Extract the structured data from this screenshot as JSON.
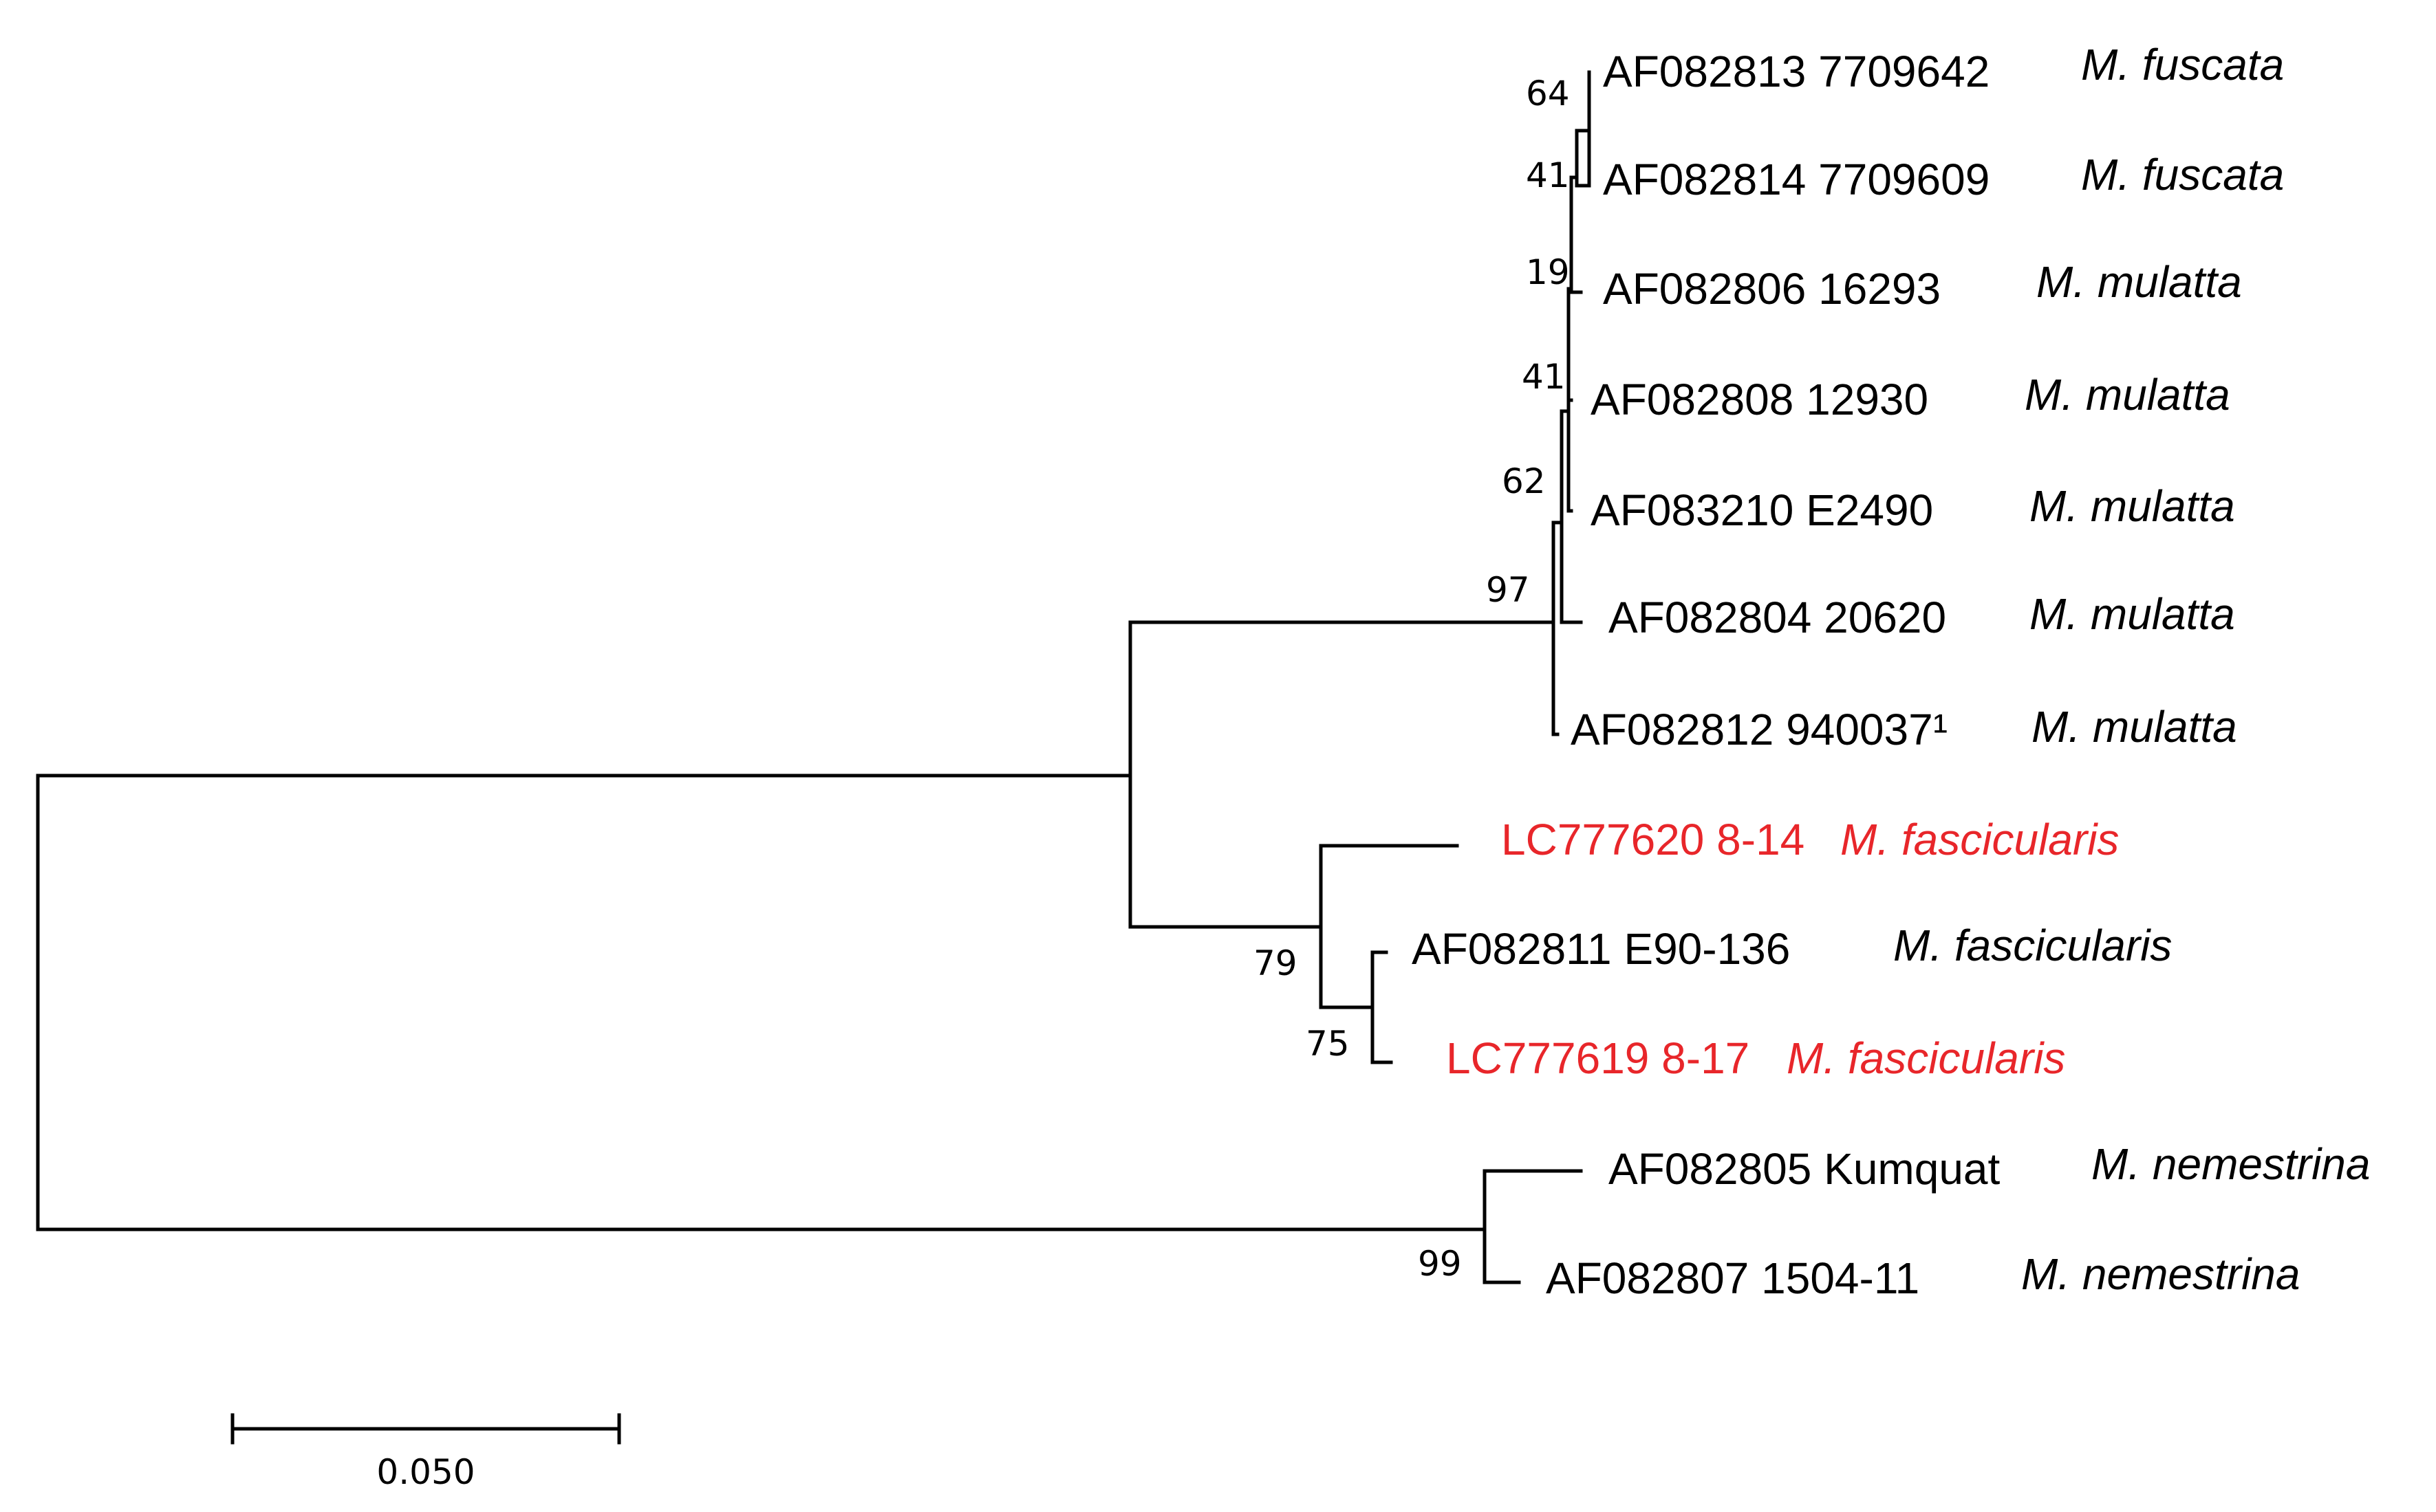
{
  "taxa": [
    {
      "id": "t1",
      "accession": "AF082813 7709642",
      "species": "M. fuscata"
    },
    {
      "id": "t2",
      "accession": "AF082814 7709609",
      "species": "M. fuscata"
    },
    {
      "id": "t3",
      "accession": "AF082806 16293",
      "species": "M. mulatta"
    },
    {
      "id": "t4",
      "accession": "AF082808 12930",
      "species": "M. mulatta"
    },
    {
      "id": "t5",
      "accession": "AF083210 E2490",
      "species": "M. mulatta"
    },
    {
      "id": "t6",
      "accession": "AF082804 20620",
      "species": "M. mulatta"
    },
    {
      "id": "t7",
      "accession": "AF082812 940037¹",
      "species": "M. mulatta"
    },
    {
      "id": "t8",
      "accession": "LC777620 8-14",
      "species": "M. fascicularis",
      "highlight": true
    },
    {
      "id": "t9",
      "accession": "AF082811 E90-136",
      "species": "M. fascicularis"
    },
    {
      "id": "t10",
      "accession": "LC777619 8-17",
      "species": "M. fascicularis",
      "highlight": true
    },
    {
      "id": "t11",
      "accession": "AF082805 Kumquat",
      "species": "M. nemestrina"
    },
    {
      "id": "t12",
      "accession": "AF082807 1504-11",
      "species": "M. nemestrina"
    }
  ],
  "bootstrap": {
    "b64": "64",
    "b41a": "41",
    "b19": "19",
    "b41b": "41",
    "b62": "62",
    "b97": "97",
    "b79": "79",
    "b75": "75",
    "b99": "99"
  },
  "scale_bar": {
    "label": "0.050",
    "value": 0.05
  },
  "colors": {
    "highlight": "#e8262a",
    "default": "#000000"
  }
}
